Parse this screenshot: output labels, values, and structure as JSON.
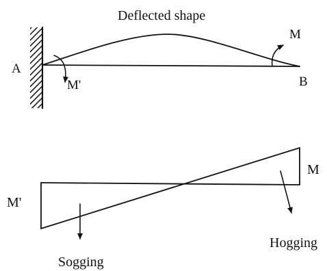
{
  "colors": {
    "ink": "#111111",
    "background": "#ffffff"
  },
  "beam": {
    "title": "Deflected shape",
    "end_left": "A",
    "end_right": "B",
    "moment_left": "M'",
    "moment_right": "M"
  },
  "moment_diagram": {
    "moment_left": "M'",
    "moment_right": "M",
    "region_left": "Sogging",
    "region_right": "Hogging"
  }
}
